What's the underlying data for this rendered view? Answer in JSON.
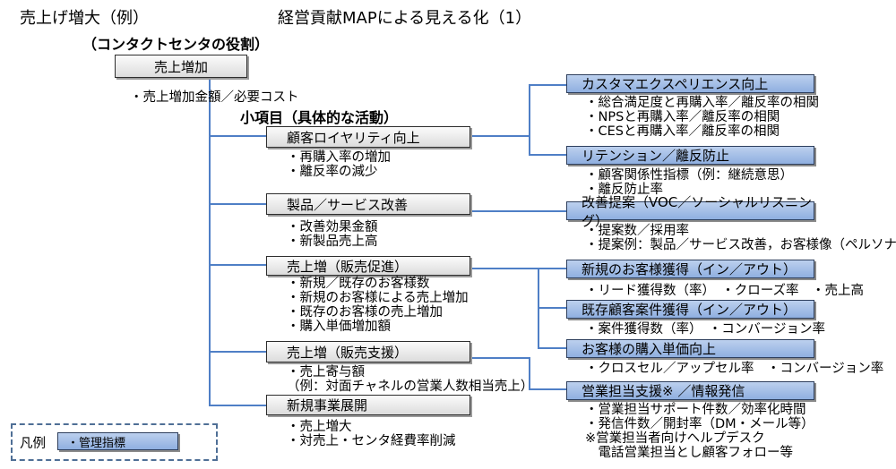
{
  "header": {
    "left_title": "売上げ増大（例）",
    "main_title": "経営貢献MAPによる見える化（1）",
    "subtitle": "（コンタクトセンタの役割）"
  },
  "root": {
    "label": "売上増加",
    "note": "・売上増加金額／必要コスト"
  },
  "section_label": "小項目（具体的な活動）",
  "activities": [
    {
      "label": "顧客ロイヤリティ向上",
      "items": [
        "・再購入率の増加",
        "・離反率の減少"
      ]
    },
    {
      "label": "製品／サービス改善",
      "items": [
        "・改善効果金額",
        "・新製品売上高"
      ]
    },
    {
      "label": "売上増（販売促進）",
      "items": [
        "・新規／既存のお客様数",
        "・新規のお客様による売上増加",
        "・既存のお客様の売上増加",
        "・購入単価増加額"
      ]
    },
    {
      "label": "売上増（販売支援）",
      "items": [
        "・売上寄与額",
        "（例：対面チャネルの営業人数相当売上）"
      ]
    },
    {
      "label": "新規事業展開",
      "items": [
        "・売上増大",
        "・対売上・センタ経費率削減"
      ]
    }
  ],
  "indicators": [
    {
      "label": "カスタマエクスペリエンス向上",
      "items": [
        "・総合満足度と再購入率／離反率の相関",
        "・NPSと再購入率／離反率の相関",
        "・CESと再購入率／離反率の相関"
      ]
    },
    {
      "label": "リテンション／離反防止",
      "items": [
        "・顧客関係性指標（例：継続意思）",
        "・離反防止率"
      ]
    },
    {
      "label": "改善提案（VOC／ソーシャルリスニング）",
      "items": [
        "・提案数／採用率",
        "・提案例：製品／サービス改善，お客様像（ペルソナ）"
      ]
    },
    {
      "label": "新規のお客様獲得（イン／アウト）",
      "items": [
        "・リード獲得数（率）　・クローズ率　・売上高"
      ]
    },
    {
      "label": "既存顧客案件獲得（イン／アウト）",
      "items": [
        "・案件獲得数（率）　・コンバージョン率"
      ]
    },
    {
      "label": "お客様の購入単価向上",
      "items": [
        "・クロスセル／アップセル率　・コンバージョン率"
      ]
    },
    {
      "label": "営業担当支援※ ／情報発信",
      "items": [
        "・営業担当サポート件数／効率化時間",
        "・発信件数／開封率（DM・メール等）",
        "※営業担当者向けヘルプデスク",
        "　電話営業担当とし顧客フォロー等"
      ]
    }
  ],
  "legend": {
    "label": "凡例",
    "sample": "・管理指標"
  }
}
